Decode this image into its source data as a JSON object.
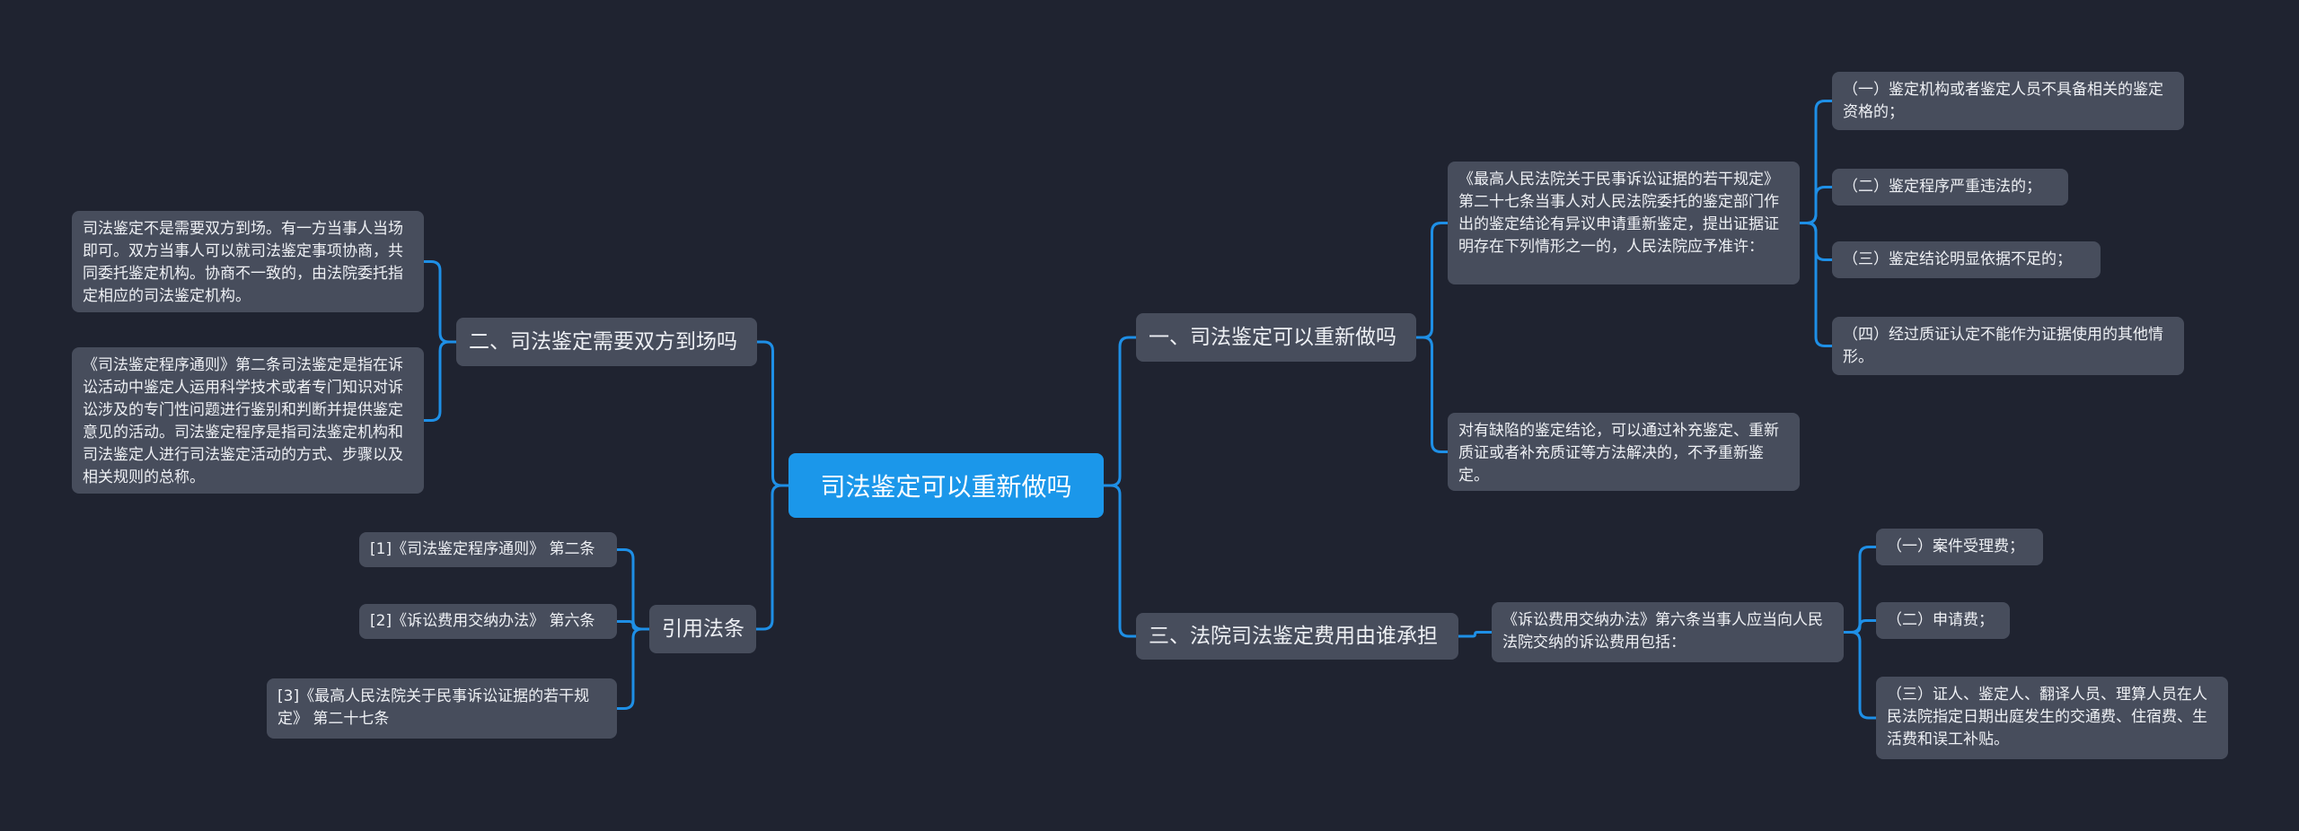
{
  "colors": {
    "background": "#1f2330",
    "node": "#474d5c",
    "root": "#1b97ea",
    "link": "#1e8fe6"
  },
  "root": "司法鉴定可以重新做吗",
  "left": {
    "branch2": {
      "title": "二、司法鉴定需要双方到场吗",
      "children": [
        "司法鉴定不是需要双方到场。有一方当事人当场即可。双方当事人可以就司法鉴定事项协商，共同委托鉴定机构。协商不一致的，由法院委托指定相应的司法鉴定机构。",
        "《司法鉴定程序通则》第二条司法鉴定是指在诉讼活动中鉴定人运用科学技术或者专门知识对诉讼涉及的专门性问题进行鉴别和判断并提供鉴定意见的活动。司法鉴定程序是指司法鉴定机构和司法鉴定人进行司法鉴定活动的方式、步骤以及相关规则的总称。"
      ]
    },
    "citations": {
      "title": "引用法条",
      "children": [
        "[1]《司法鉴定程序通则》 第二条",
        "[2]《诉讼费用交纳办法》 第六条",
        "[3]《最高人民法院关于民事诉讼证据的若干规定》 第二十七条"
      ]
    }
  },
  "right": {
    "branch1": {
      "title": "一、司法鉴定可以重新做吗",
      "children": [
        {
          "text": "《最高人民法院关于民事诉讼证据的若干规定》第二十七条当事人对人民法院委托的鉴定部门作出的鉴定结论有异议申请重新鉴定，提出证据证明存在下列情形之一的，人民法院应予准许：",
          "children": [
            "（一）鉴定机构或者鉴定人员不具备相关的鉴定资格的；",
            "（二）鉴定程序严重违法的；",
            "（三）鉴定结论明显依据不足的；",
            "（四）经过质证认定不能作为证据使用的其他情形。"
          ]
        },
        {
          "text": "对有缺陷的鉴定结论，可以通过补充鉴定、重新质证或者补充质证等方法解决的，不予重新鉴定。"
        }
      ]
    },
    "branch3": {
      "title": "三、法院司法鉴定费用由谁承担",
      "children": [
        {
          "text": "《诉讼费用交纳办法》第六条当事人应当向人民法院交纳的诉讼费用包括：",
          "children": [
            "（一）案件受理费；",
            "（二）申请费；",
            "（三）证人、鉴定人、翻译人员、理算人员在人民法院指定日期出庭发生的交通费、住宿费、生活费和误工补贴。"
          ]
        }
      ]
    }
  }
}
